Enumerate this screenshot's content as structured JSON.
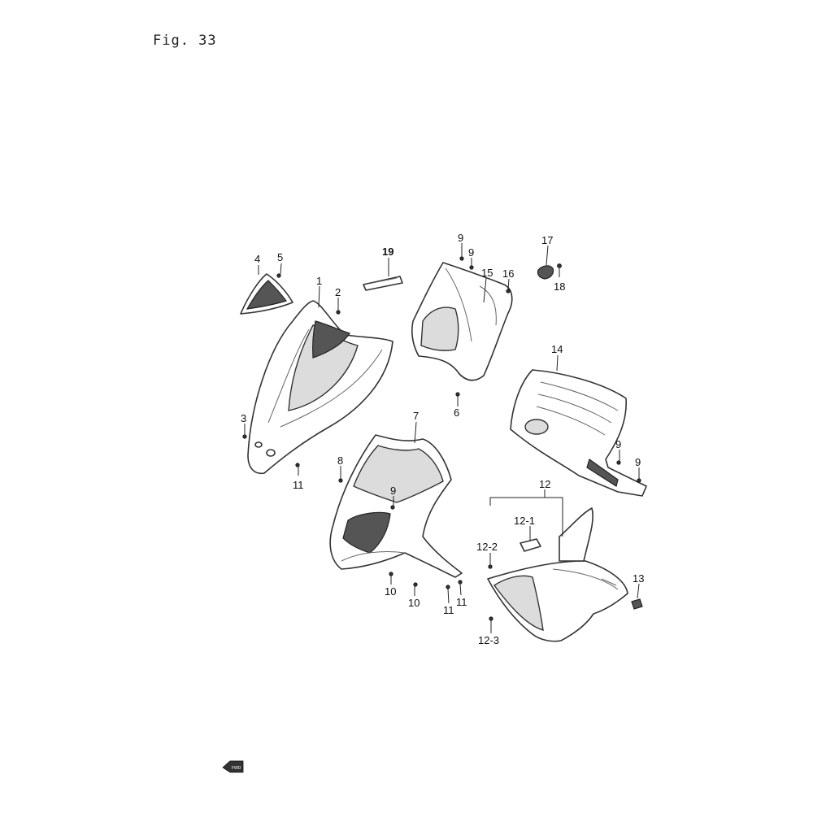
{
  "figure": {
    "title": "Fig. 33"
  },
  "callouts": [
    {
      "id": "c1",
      "label": "1"
    },
    {
      "id": "c2",
      "label": "2"
    },
    {
      "id": "c3",
      "label": "3"
    },
    {
      "id": "c4",
      "label": "4"
    },
    {
      "id": "c5",
      "label": "5"
    },
    {
      "id": "c6",
      "label": "6"
    },
    {
      "id": "c7",
      "label": "7"
    },
    {
      "id": "c8",
      "label": "8"
    },
    {
      "id": "c9a",
      "label": "9"
    },
    {
      "id": "c9b",
      "label": "9"
    },
    {
      "id": "c9c",
      "label": "9"
    },
    {
      "id": "c9d",
      "label": "9"
    },
    {
      "id": "c9e",
      "label": "9"
    },
    {
      "id": "c10a",
      "label": "10"
    },
    {
      "id": "c10b",
      "label": "10"
    },
    {
      "id": "c11a",
      "label": "11"
    },
    {
      "id": "c11b",
      "label": "11"
    },
    {
      "id": "c11c",
      "label": "11"
    },
    {
      "id": "c12",
      "label": "12"
    },
    {
      "id": "c12_1",
      "label": "12-1"
    },
    {
      "id": "c12_2",
      "label": "12-2"
    },
    {
      "id": "c12_3",
      "label": "12-3"
    },
    {
      "id": "c13",
      "label": "13"
    },
    {
      "id": "c14",
      "label": "14"
    },
    {
      "id": "c15",
      "label": "15"
    },
    {
      "id": "c16",
      "label": "16"
    },
    {
      "id": "c17",
      "label": "17"
    },
    {
      "id": "c18",
      "label": "18"
    },
    {
      "id": "c19",
      "label": "19"
    }
  ],
  "direction_marker": {
    "label": "FWD",
    "icon": "forward-arrow-icon"
  }
}
